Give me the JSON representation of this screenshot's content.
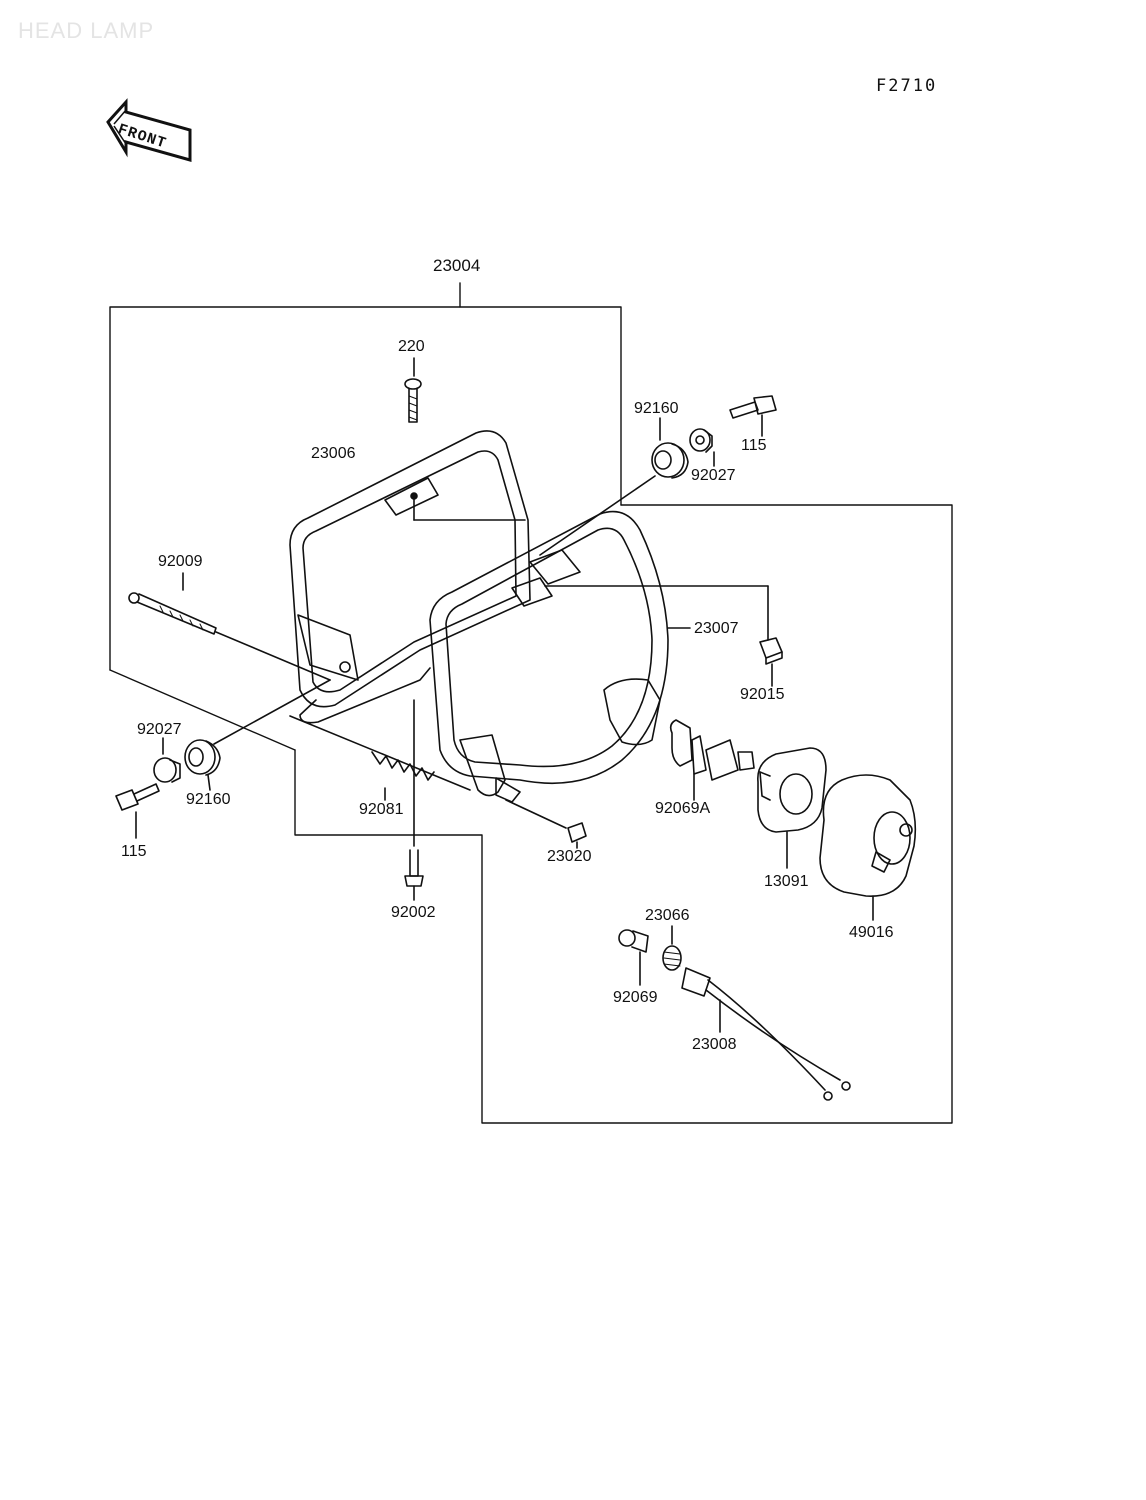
{
  "page": {
    "title": "HEAD LAMP",
    "figure_code": "F2710",
    "front_label": "FRONT"
  },
  "callouts": {
    "c23004": "23004",
    "c220": "220",
    "c23006": "23006",
    "c92160_top": "92160",
    "c115_top": "115",
    "c92027_top": "92027",
    "c92009": "92009",
    "c23007": "23007",
    "c92015": "92015",
    "c92027_left": "92027",
    "c92160_left": "92160",
    "c115_left": "115",
    "c92081": "92081",
    "c23020": "23020",
    "c92069A": "92069A",
    "c13091": "13091",
    "c49016": "49016",
    "c92002": "92002",
    "c23066": "23066",
    "c92069": "92069",
    "c23008": "23008"
  }
}
